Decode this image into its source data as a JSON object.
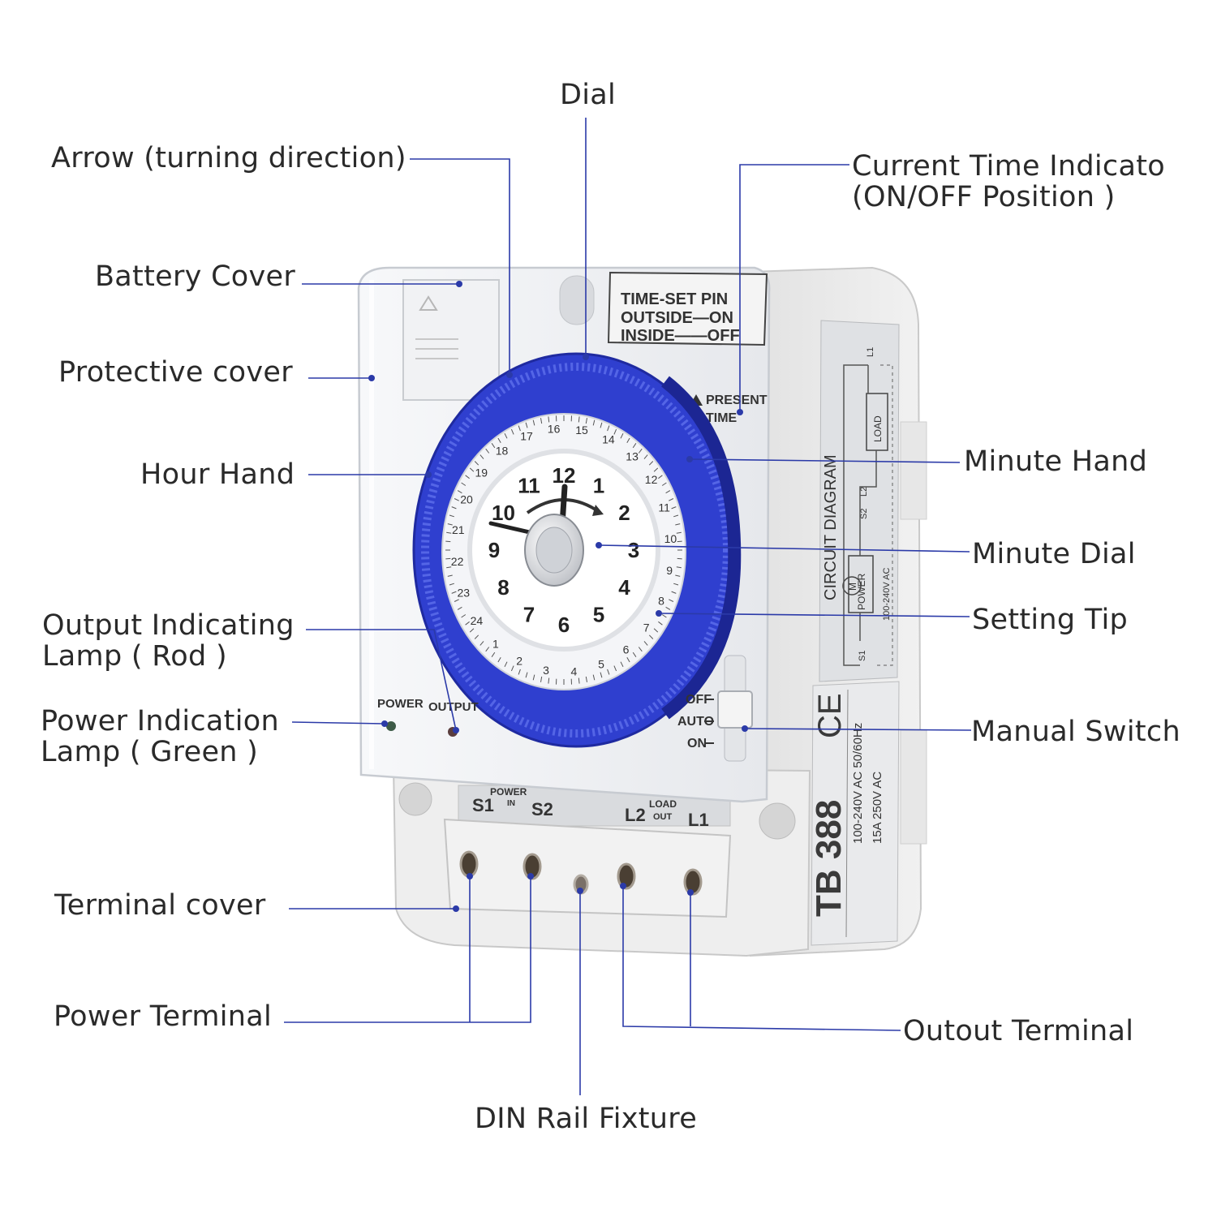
{
  "labels": {
    "dial": "Dial",
    "arrow": "Arrow (turning direction)",
    "current_time_line1": "Current Time Indicato",
    "current_time_line2": "(ON/OFF Position )",
    "battery_cover": "Battery Cover",
    "protective_cover": "Protective cover",
    "hour_hand": "Hour Hand",
    "minute_hand": "Minute Hand",
    "minute_dial": "Minute Dial",
    "output_lamp_line1": "Output Indicating",
    "output_lamp_line2": "Lamp ( Rod )",
    "setting_tip": "Setting Tip",
    "power_lamp_line1": "Power Indication",
    "power_lamp_line2": "Lamp ( Green )",
    "manual_switch": "Manual Switch",
    "terminal_cover": "Terminal cover",
    "power_terminal": "Power Terminal",
    "output_terminal": "Outout Terminal",
    "din_rail": "DIN Rail Fixture"
  },
  "device": {
    "time_set_pin": "TIME-SET PIN",
    "outside_on": "OUTSIDE—ON",
    "inside_off": "INSIDE——OFF",
    "present_time_1": "PRESENT",
    "present_time_2": "TIME",
    "power_led": "POWER",
    "output_led": "OUTPUT",
    "switch_off": "OFF",
    "switch_auto": "AUTO",
    "switch_on": "ON",
    "power_in_group": "POWER",
    "power_in_sub": "IN",
    "load_out_group": "LOAD",
    "load_out_sub": "OUT",
    "terminal_s1": "S1",
    "terminal_s2": "S2",
    "terminal_l2": "L2",
    "terminal_l1": "L1",
    "circuit_diagram": "CIRCUIT DIAGRAM",
    "load": "LOAD",
    "power_box": "POWER",
    "voltage_rating": "100-240V AC",
    "model": "TB 388",
    "ce_mark": "CE",
    "spec_row1": "100-240V AC 50/60Hz",
    "spec_row2": "15A   250V   AC",
    "wire_l1": "L1",
    "wire_s1": "S1",
    "wire_s2": "S2",
    "wire_l2": "L2",
    "motor": "M",
    "clock_numbers": [
      "12",
      "1",
      "2",
      "3",
      "4",
      "5",
      "6",
      "7",
      "8",
      "9",
      "10",
      "11"
    ],
    "ring_hours": [
      "1",
      "2",
      "3",
      "4",
      "5",
      "6",
      "7",
      "8",
      "9",
      "10",
      "11",
      "12",
      "13",
      "14",
      "15",
      "16",
      "17",
      "18",
      "19",
      "20",
      "21",
      "22",
      "23",
      "24"
    ]
  },
  "colors": {
    "leader_line": "#2b3aa8",
    "dial_blue": "#2f3fcf",
    "dial_blue_dark": "#1f2aa0",
    "housing": "#ededed",
    "text": "#2a2a2a"
  }
}
